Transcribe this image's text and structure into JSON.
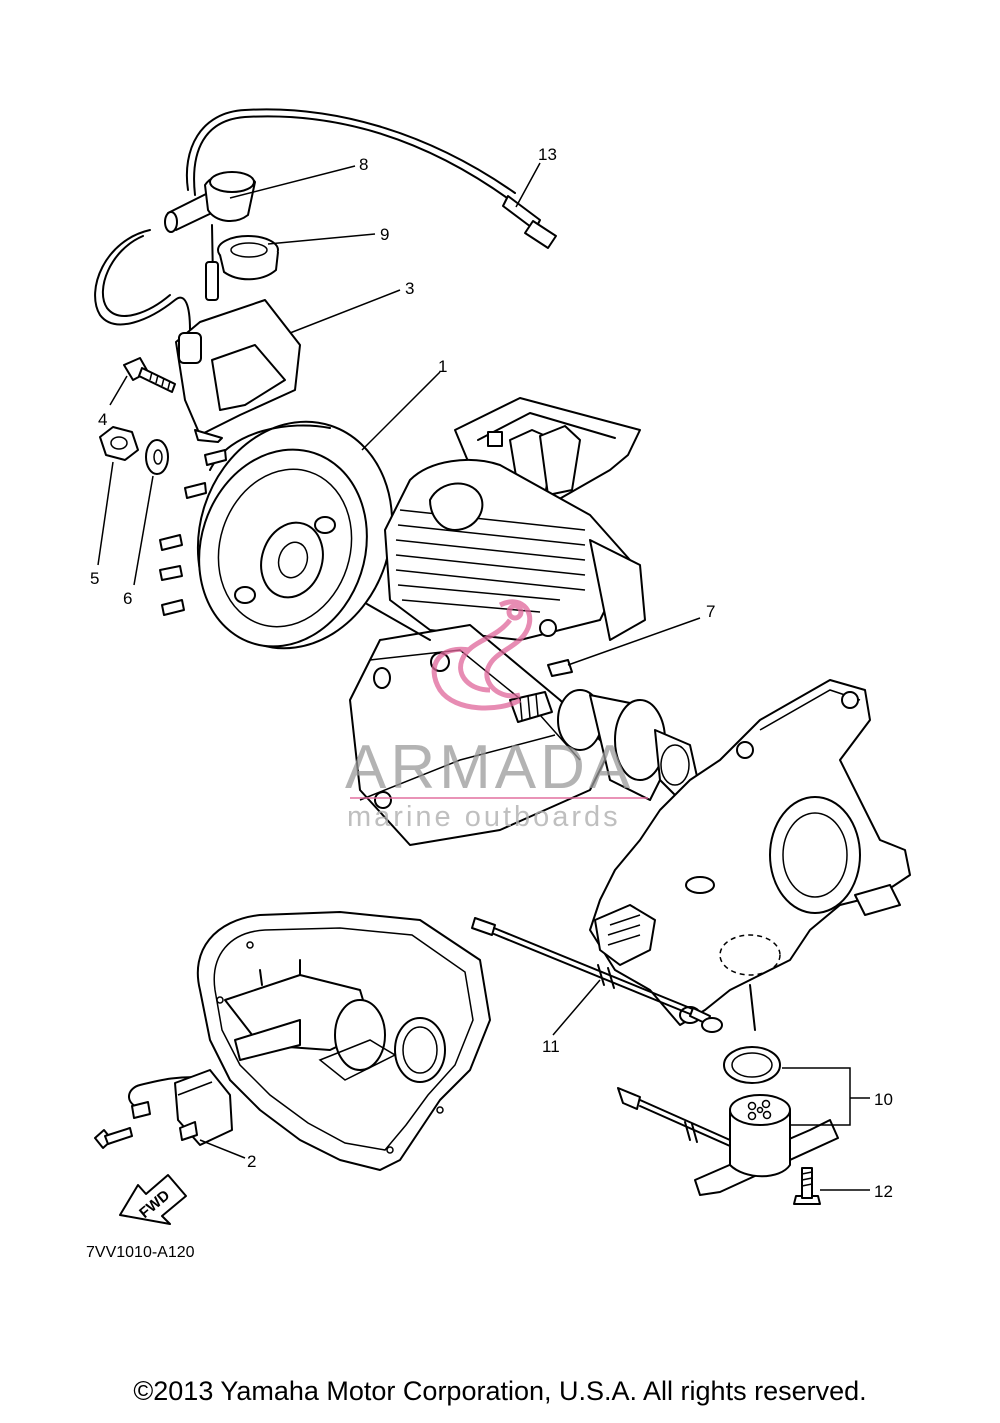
{
  "diagram": {
    "callouts": [
      {
        "id": "1",
        "label": "1"
      },
      {
        "id": "2",
        "label": "2"
      },
      {
        "id": "3",
        "label": "3"
      },
      {
        "id": "4",
        "label": "4"
      },
      {
        "id": "5",
        "label": "5"
      },
      {
        "id": "6",
        "label": "6"
      },
      {
        "id": "7",
        "label": "7"
      },
      {
        "id": "8",
        "label": "8"
      },
      {
        "id": "9",
        "label": "9"
      },
      {
        "id": "10",
        "label": "10"
      },
      {
        "id": "11",
        "label": "11"
      },
      {
        "id": "12",
        "label": "12"
      },
      {
        "id": "13",
        "label": "13"
      }
    ],
    "direction_label": "FWD",
    "drawing_code": "7VV1010-A120"
  },
  "watermark": {
    "brand": "ARMADA",
    "tagline": "marine outboards",
    "accent_color": "#e0669a"
  },
  "footer": {
    "copyright": "©2013 Yamaha Motor Corporation, U.S.A. All rights reserved."
  },
  "icons": {
    "direction_arrow": "fwd-arrow-icon",
    "watermark_mark": "seahorse-logo-icon"
  }
}
